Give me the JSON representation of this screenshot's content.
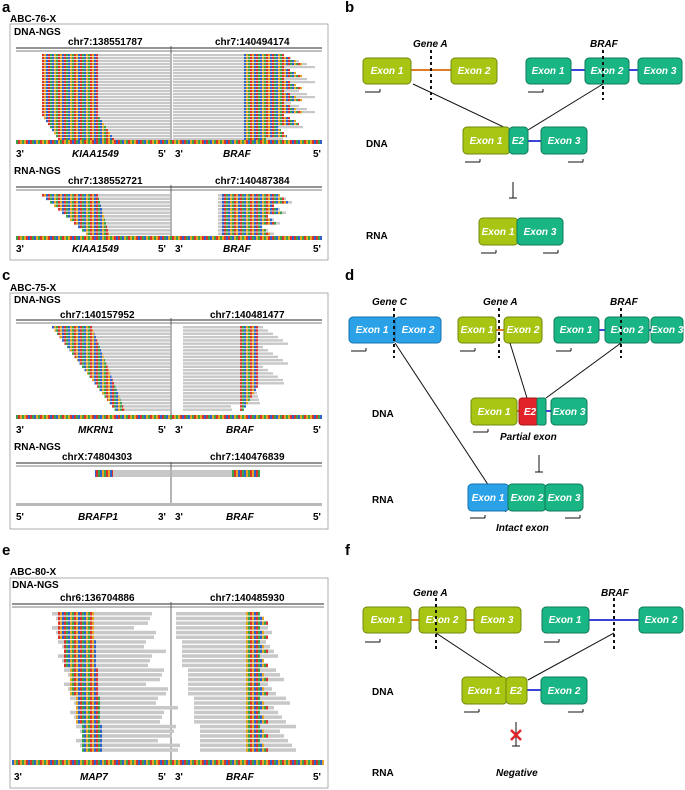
{
  "panels": {
    "a": {
      "letter": "a",
      "sample": "ABC-76-X",
      "dna_label": "DNA-NGS",
      "dna_locus_left": "chr7:138551787",
      "dna_locus_right": "chr7:140494174",
      "dna_gene_left": "KIAA1549",
      "dna_gene_right": "BRAF",
      "rna_label": "RNA-NGS",
      "rna_locus_left": "chr7:138552721",
      "rna_locus_right": "chr7:140487384",
      "rna_gene_left": "KIAA1549",
      "rna_gene_right": "BRAF"
    },
    "b": {
      "letter": "b",
      "gene_a": "Gene A",
      "gene_b": "BRAF",
      "exon1": "Exon 1",
      "exon2": "Exon 2",
      "exon3": "Exon 3",
      "e2": "E2",
      "dna": "DNA",
      "rna": "RNA"
    },
    "c": {
      "letter": "c",
      "sample": "ABC-75-X",
      "dna_label": "DNA-NGS",
      "dna_locus_left": "chr7:140157952",
      "dna_locus_right": "chr7:140481477",
      "dna_gene_left": "MKRN1",
      "dna_gene_right": "BRAF",
      "rna_label": "RNA-NGS",
      "rna_locus_left": "chrX:74804303",
      "rna_locus_right": "chr7:140476839",
      "rna_gene_left": "BRAFP1",
      "rna_gene_right": "BRAF"
    },
    "d": {
      "letter": "d",
      "gene_c": "Gene C",
      "gene_a": "Gene A",
      "gene_b": "BRAF",
      "exon1": "Exon 1",
      "exon2": "Exon 2",
      "exon3": "Exon 3",
      "e2": "E2",
      "dna": "DNA",
      "rna": "RNA",
      "partial": "Partial exon",
      "intact": "Intact exon"
    },
    "e": {
      "letter": "e",
      "sample": "ABC-80-X",
      "dna_label": "DNA-NGS",
      "dna_locus_left": "chr6:136704886",
      "dna_locus_right": "chr7:140485930",
      "dna_gene_left": "MAP7",
      "dna_gene_right": "BRAF"
    },
    "f": {
      "letter": "f",
      "gene_a": "Gene A",
      "gene_b": "BRAF",
      "exon1": "Exon 1",
      "exon2": "Exon 2",
      "exon3": "Exon 3",
      "e2": "E2",
      "dna": "DNA",
      "rna": "RNA",
      "negative": "Negative"
    }
  },
  "strand": {
    "three": "3'",
    "five": "5'"
  },
  "colors": {
    "lime": "#a9c514",
    "teal": "#1ab585",
    "blue": "#2ba2e8",
    "red": "#e2232a",
    "orange": "#e07b2a",
    "link": "#3b44d6",
    "read": "#c8c8c8"
  }
}
